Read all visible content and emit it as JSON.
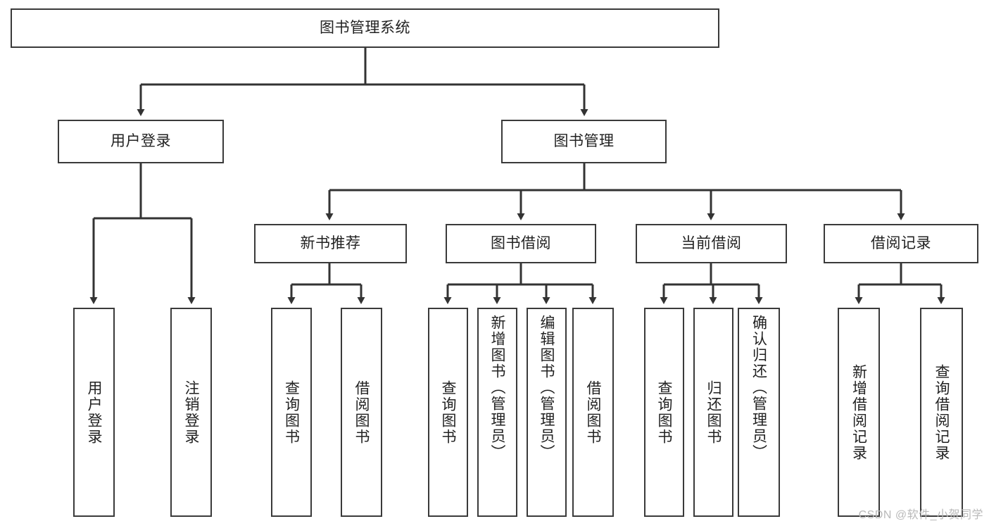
{
  "diagram": {
    "type": "hierarchy-tree",
    "title": "图书管理系统",
    "root": {
      "label": "图书管理系统"
    },
    "level2": [
      {
        "label": "用户登录"
      },
      {
        "label": "图书管理"
      }
    ],
    "level3": [
      {
        "label": "新书推荐"
      },
      {
        "label": "图书借阅"
      },
      {
        "label": "当前借阅"
      },
      {
        "label": "借阅记录"
      }
    ],
    "leaves": {
      "user_login": [
        {
          "label": "用户登录"
        },
        {
          "label": "注销登录"
        }
      ],
      "new_book_recommend": [
        {
          "label": "查询图书"
        },
        {
          "label": "借阅图书"
        }
      ],
      "book_borrow": [
        {
          "label": "查询图书"
        },
        {
          "label": "新增图书（管理员）"
        },
        {
          "label": "编辑图书（管理员）"
        },
        {
          "label": "借阅图书"
        }
      ],
      "current_borrow": [
        {
          "label": "查询图书"
        },
        {
          "label": "归还图书"
        },
        {
          "label": "确认归还（管理员）"
        }
      ],
      "borrow_records": [
        {
          "label": "新增借阅记录"
        },
        {
          "label": "查询借阅记录"
        }
      ]
    }
  },
  "watermark": {
    "text": "CSDN @软件_小贺同学"
  },
  "colors": {
    "border": "#3a3a3a",
    "text": "#222222",
    "background": "#ffffff",
    "connector": "#333333",
    "watermark": "#b9b9b9"
  }
}
